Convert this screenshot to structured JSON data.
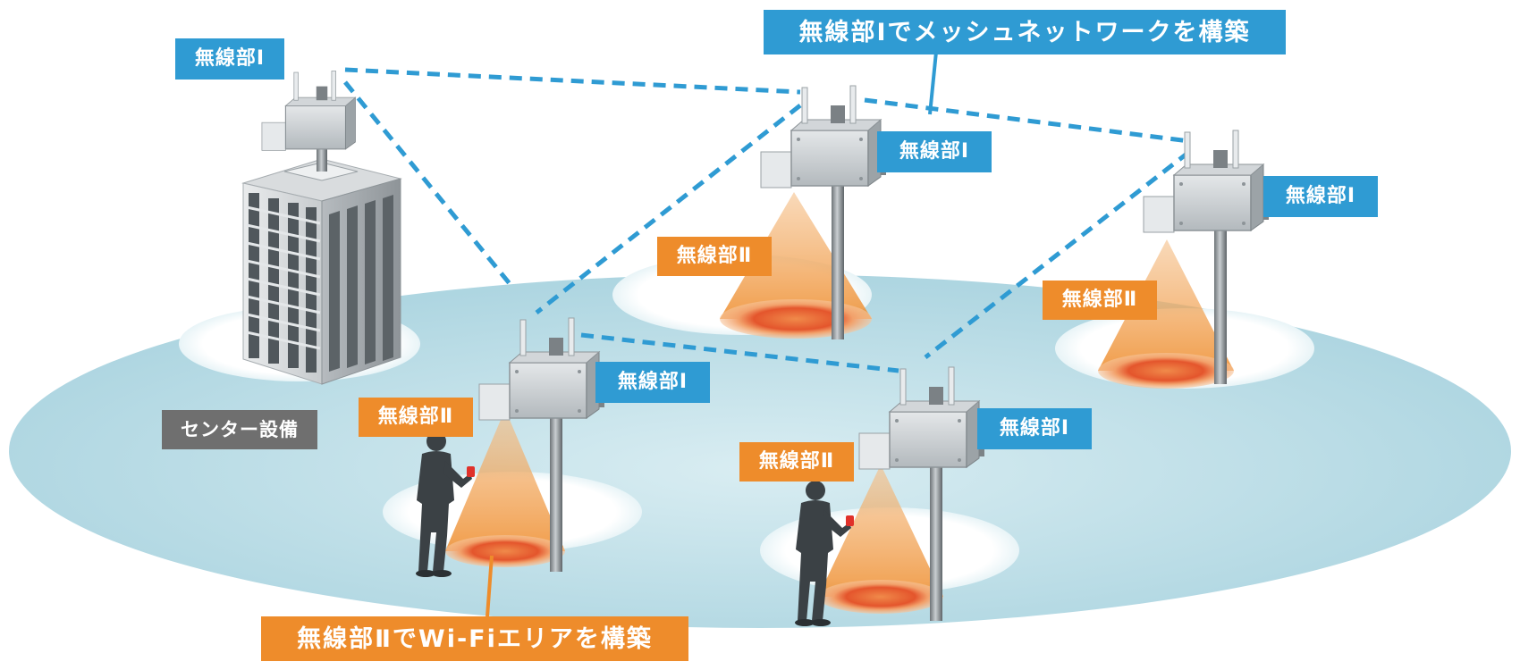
{
  "colors": {
    "radio1": "#2f9bd3",
    "radio2": "#ee8c2b",
    "center": "#6f6f6f",
    "mesh_line": "#2f9bd3",
    "ground": "#bcdde6"
  },
  "labels": {
    "radio1": "無線部Ⅰ",
    "radio2": "無線部Ⅱ",
    "center": "センター設備"
  },
  "callouts": {
    "mesh": "無線部Ⅰでメッシュネットワークを構築",
    "wifi": "無線部ⅡでWi-Fiエリアを構築"
  },
  "icons": [
    "office-building-icon",
    "radio-unit-icon",
    "antenna-icon",
    "person-icon",
    "smartphone-icon",
    "wifi-cone-icon"
  ]
}
